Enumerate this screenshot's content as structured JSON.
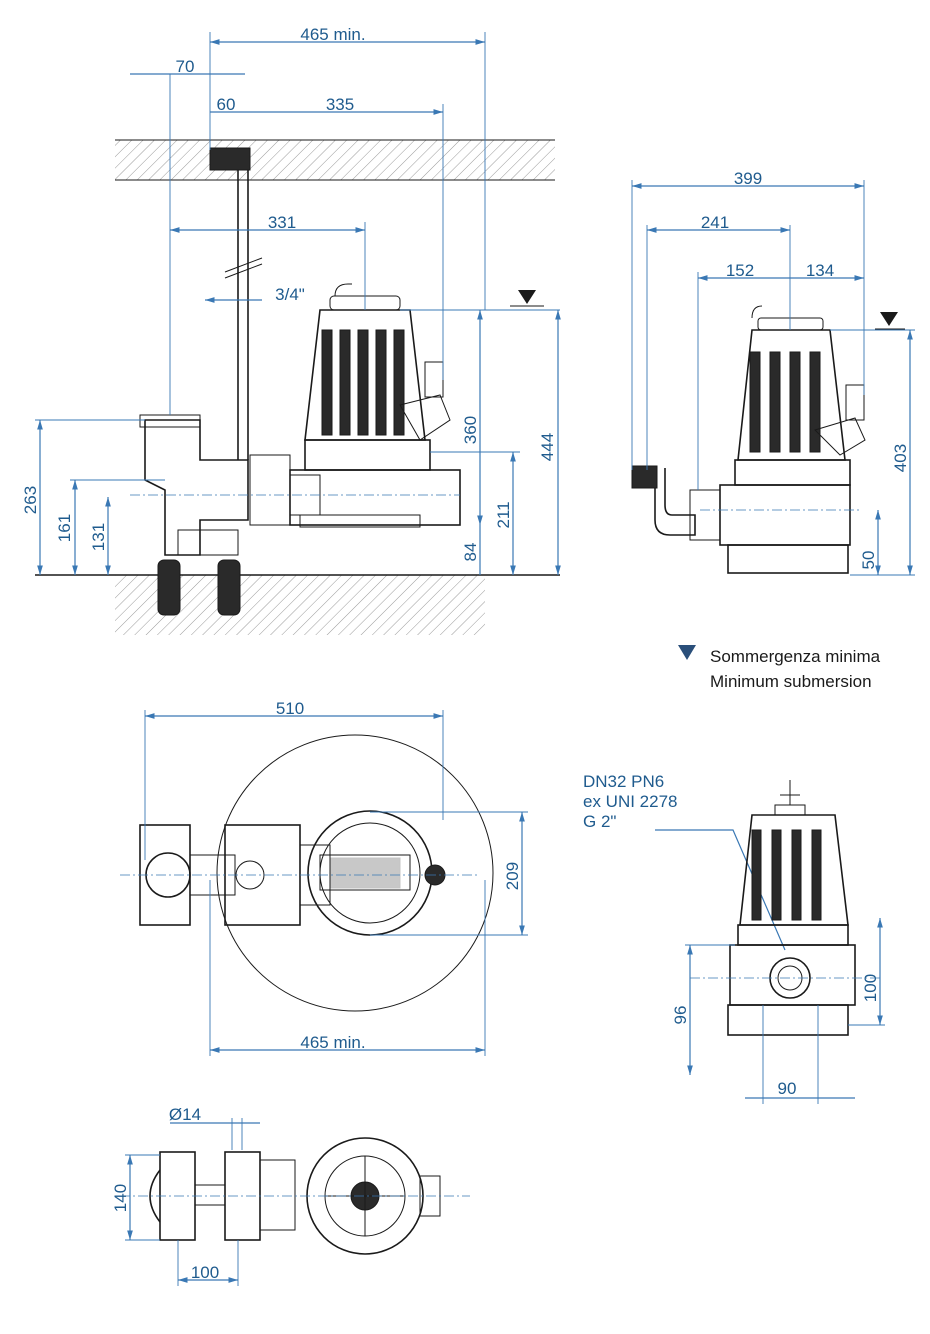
{
  "colors": {
    "dimension": "#1f5b8e",
    "outline": "#1a1a1a",
    "hatch": "#9a9a9a"
  },
  "side_view": {
    "dims": {
      "d465_top": "465 min.",
      "d70": "70",
      "d60": "60",
      "d335": "335",
      "d331": "331",
      "d3_4": "3/4\"",
      "d263": "263",
      "d161": "161",
      "d131": "131",
      "d360": "360",
      "d444": "444",
      "d211": "211",
      "d84": "84"
    }
  },
  "front_view": {
    "dims": {
      "d399": "399",
      "d241": "241",
      "d152": "152",
      "d134": "134",
      "d403": "403",
      "d50": "50"
    }
  },
  "legend": {
    "line1": "Sommergenza minima",
    "line2": "Minimum submersion"
  },
  "plan_view": {
    "dims": {
      "d510": "510",
      "d209": "209",
      "d465_bottom": "465 min."
    }
  },
  "connection": {
    "line1": "DN32 PN6",
    "line2": "ex UNI 2278",
    "line3": "G 2\""
  },
  "small_front": {
    "dims": {
      "d96": "96",
      "d100": "100",
      "d90": "90"
    }
  },
  "base_view": {
    "dims": {
      "d14": "Ø14",
      "d140": "140",
      "d100": "100"
    }
  }
}
